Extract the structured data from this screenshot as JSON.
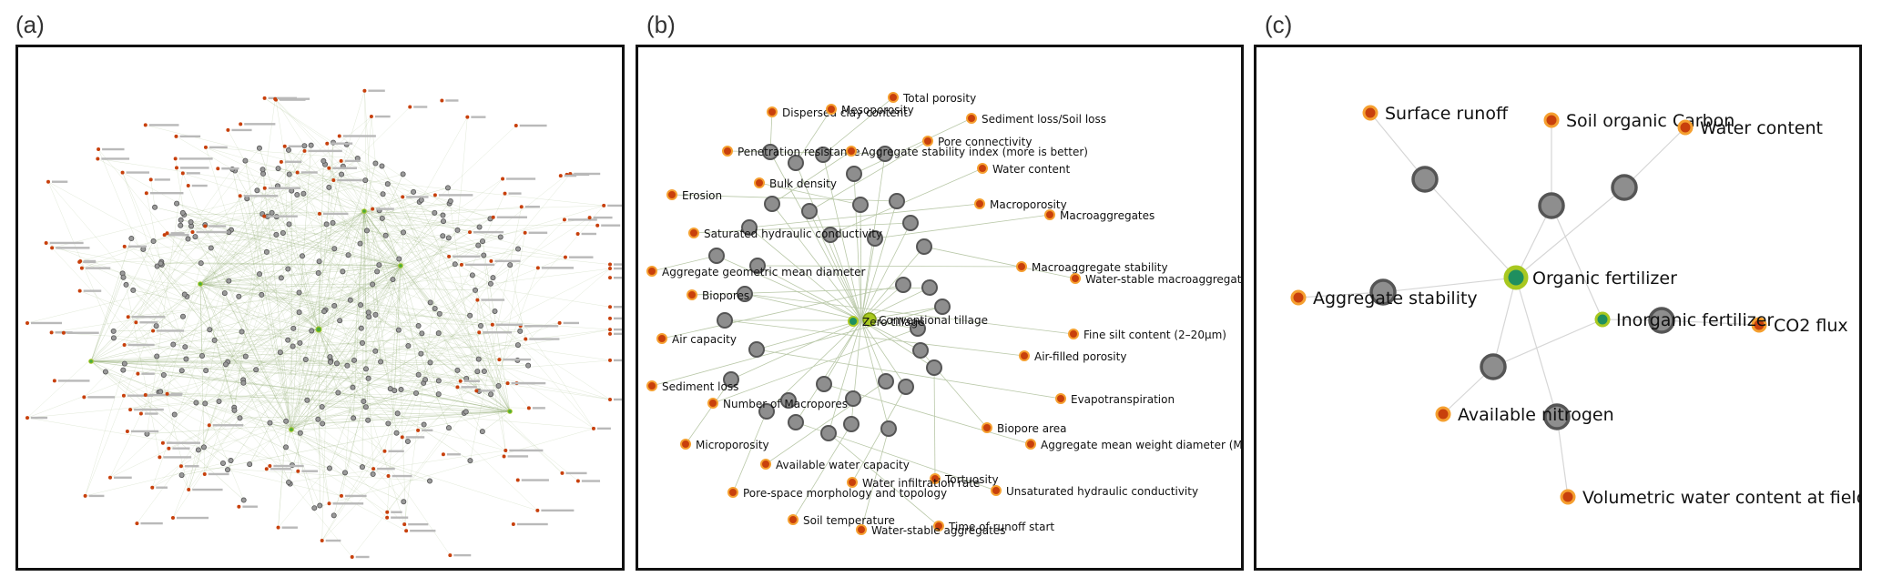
{
  "panels": [
    {
      "label": "(a)"
    },
    {
      "label": "(b)",
      "center_labels": {
        "zero_tillage": "Zero tillage",
        "conventional_tillage": "Conventional tillage"
      },
      "nodes": [
        "Dispersed clay content",
        "Mesoporosity",
        "Total porosity",
        "Sediment loss/Soil loss",
        "Penetration resistance",
        "Aggregate stability index (more is better)",
        "Pore connectivity",
        "Water content",
        "Bulk density",
        "Erosion",
        "Macroporosity",
        "Macroaggregates",
        "Saturated hydraulic conductivity",
        "Aggregate geometric mean diameter",
        "Macroaggregate stability",
        "Water-stable macroaggregates",
        "Biopores",
        "Air capacity",
        "Fine silt content (2–20μm)",
        "Air-filled porosity",
        "Sediment loss",
        "Number of Macropores",
        "Evapotranspiration",
        "Biopore area",
        "Microporosity",
        "Aggregate mean weight diameter (MWD)",
        "Available water capacity",
        "Tortuosity",
        "Water infiltration rate",
        "Pore-space morphology and topology",
        "Unsaturated hydraulic conductivity",
        "Soil temperature",
        "Time of runoff start",
        "Water-stable aggregates"
      ]
    },
    {
      "label": "(c)",
      "center_labels": {
        "organic": "Organic fertilizer",
        "inorganic": "Inorganic fertilizer"
      },
      "nodes": [
        "Surface runoff",
        "Soil organic Carbon",
        "Water content",
        "Aggregate stability",
        "CO2 flux",
        "Available nitrogen",
        "Volumetric water content at field ca"
      ]
    }
  ],
  "colors": {
    "outcome_node": "#c8400c",
    "outcome_ring": "#f5a030",
    "study_node": "#8e8e8e",
    "study_ring": "#555555",
    "treatment_node": "#1f8f5f",
    "treatment_ring": "#a8c820",
    "edge": "#b9c8a8"
  }
}
